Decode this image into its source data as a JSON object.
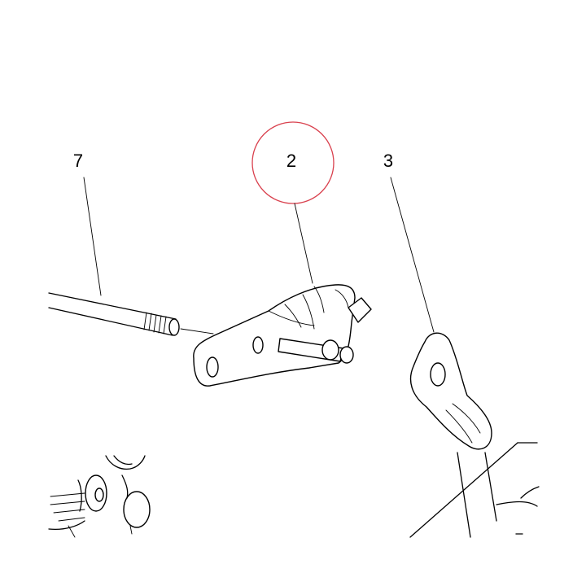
{
  "callouts": [
    {
      "id": "7",
      "label": "7"
    },
    {
      "id": "2",
      "label": "2"
    },
    {
      "id": "3",
      "label": "3"
    }
  ],
  "highlight": {
    "target": "2",
    "color": "#d9414e"
  },
  "colors": {
    "line": "#000000",
    "background": "#ffffff"
  }
}
